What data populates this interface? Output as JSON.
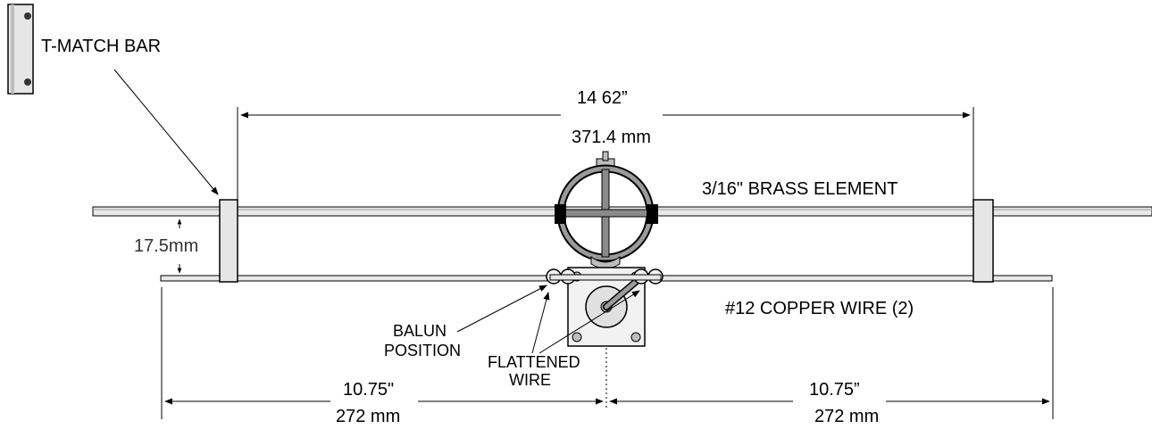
{
  "labels": {
    "t_match_bar": "T-MATCH BAR",
    "overall_length_in": "14 62”",
    "overall_length_mm": "371.4 mm",
    "element": "3/16\" BRASS ELEMENT",
    "spacing": "17.5mm",
    "copper_wire": "#12 COPPER WIRE (2)",
    "balun_line1": "BALUN",
    "balun_line2": "POSITION",
    "flattened_line1": "FLATTENED",
    "flattened_line2": "WIRE",
    "left_length_in": "10.75\"",
    "left_length_mm": "272 mm",
    "right_length_in": "10.75”",
    "right_length_mm": "272 mm"
  },
  "colors": {
    "line": "#000000",
    "rod_fill": "#e8e8e8",
    "bar_fill": "#e6e6e6",
    "clamp_fill": "#7a7a7a",
    "plate_fill": "#f2f2f2"
  }
}
